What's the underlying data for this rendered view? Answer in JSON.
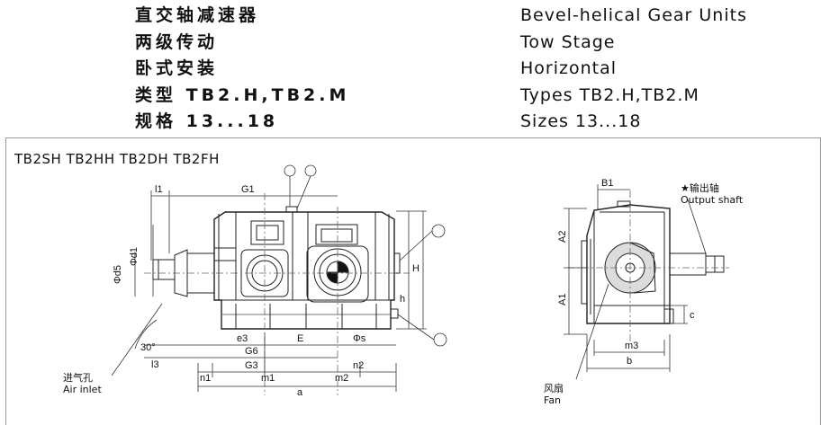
{
  "header": {
    "zh": [
      "直交轴减速器",
      "两级传动",
      "卧式安装",
      "类型 TB2.H,TB2.M",
      "规格 13...18"
    ],
    "en": [
      "Bevel-helical Gear Units",
      "Tow Stage",
      "Horizontal",
      "Types TB2.H,TB2.M",
      "Sizes 13...18"
    ]
  },
  "drawing": {
    "title": "TB2SH TB2HH TB2DH TB2FH",
    "dims_front": {
      "l1": "l1",
      "G1": "G1",
      "d1": "Φd1",
      "d5": "Φd5",
      "e3": "e3",
      "E": "E",
      "s": "Φs",
      "G6": "G6",
      "G3": "G3",
      "n1": "n1",
      "m1": "m1",
      "m2": "m2",
      "n2": "n2",
      "a": "a",
      "l3": "l3",
      "angle": "30°",
      "h": "h",
      "H": "H"
    },
    "dims_side": {
      "B1": "B1",
      "A2": "A2",
      "A1": "A1",
      "m3": "m3",
      "b": "b",
      "c": "c"
    },
    "labels": {
      "air_inlet_zh": "进气孔",
      "air_inlet_en": "Air inlet",
      "fan_zh": "风扇",
      "fan_en": "Fan",
      "output_zh": "★输出轴",
      "output_en": "Output shaft"
    }
  }
}
